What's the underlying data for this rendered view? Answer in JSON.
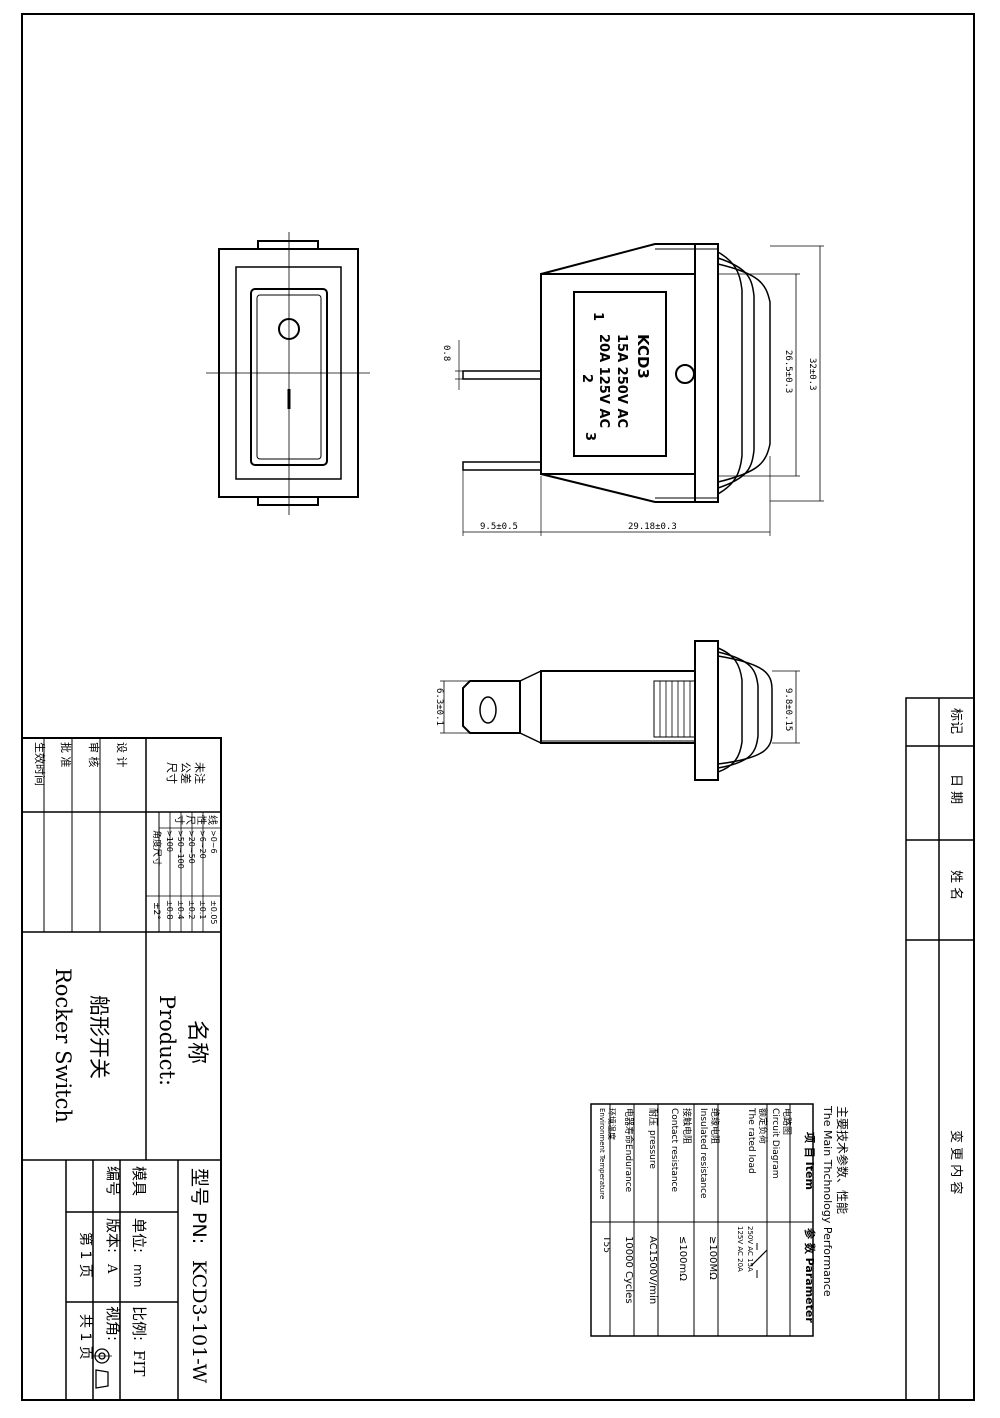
{
  "label_text": {
    "model": "KCD3",
    "rating1": "15A 250V AC",
    "rating2": "20A 125V AC",
    "t1": "1",
    "t2": "2",
    "t3": "3"
  },
  "dimensions": {
    "thickness": "0.8",
    "height_inner": "26.5±0.3",
    "height_outer": "32±0.3",
    "pin_length": "9.5±0.5",
    "body_length": "29.18±0.3",
    "pin_width": "6.3±0.1",
    "bottom_width": "9.8±0.15"
  },
  "revision_block": {
    "mark": "标记",
    "date": "日 期",
    "name": "姓 名",
    "content": "变 更 内 容"
  },
  "spec_table": {
    "title_cn": "主要技术参数、性能",
    "title_en": "The Main Thchnology Performance",
    "col_item": "项 目 Item",
    "col_param": "参 数 Parameter",
    "rows": [
      {
        "cn": "电路图",
        "en": "Circuit Diagram",
        "value": ""
      },
      {
        "cn": "额定负荷",
        "en": "The rated load",
        "value": "250V AC 15A",
        "value2": "125V AC 20A"
      },
      {
        "cn": "绝缘电阻",
        "en": "Insulated resistance",
        "value": "≥100MΩ"
      },
      {
        "cn": "接触电阻",
        "en": "Contact resistance",
        "value": "≤100mΩ"
      },
      {
        "cn": "耐压",
        "en": "pressure",
        "value": "AC1500V/min"
      },
      {
        "cn": "电器寿命",
        "en": "Endurance",
        "value": "10000 Cycles"
      },
      {
        "cn": "环境温度",
        "en": "Environment Temperature",
        "value": "T55"
      }
    ]
  },
  "tolerance": {
    "unnoted": "未注",
    "tolerance": "公差",
    "size": "尺寸",
    "line": "线",
    "sex": "性",
    "chi": "尺",
    "cun": "寸",
    "ranges": [
      ">0~6",
      ">6~20",
      ">20~50",
      ">50~100",
      ">100"
    ],
    "values": [
      "±0.05",
      "±0.1",
      "±0.2",
      "±0.4",
      "±0.8"
    ],
    "angle_label": "角度尺寸",
    "angle_value": "±2°"
  },
  "signatures": {
    "design": "设 计",
    "review": "审 核",
    "approve": "批 准",
    "effective_date": "生效时间"
  },
  "title_block": {
    "name_label": "名称",
    "product_label": "Product:",
    "product_cn": "船形开关",
    "product_en": "Rocker Switch",
    "model_label": "型号 PN:",
    "model_value": "KCD3-101-W",
    "mold": "模具",
    "code": "编号",
    "unit": "单位:",
    "unit_value": "mm",
    "scale": "比例:",
    "scale_value": "FIT",
    "version": "版本:",
    "version_value": "A",
    "view": "视角:",
    "page": "第 1 页",
    "total": "共 1 页"
  }
}
